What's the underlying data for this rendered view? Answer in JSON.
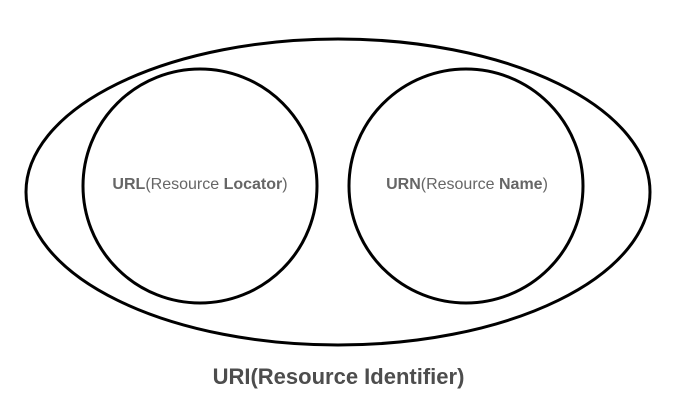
{
  "diagram": {
    "outer": {
      "bold_prefix": "URI",
      "rest": "(Resource Identifier)"
    },
    "url": {
      "bold_prefix": "URL",
      "normal_mid": "(Resource ",
      "bold_word": "Locator",
      "suffix": ")"
    },
    "urn": {
      "bold_prefix": "URN",
      "normal_mid": "(Resource ",
      "bold_word": "Name",
      "suffix": ")"
    }
  },
  "colors": {
    "stroke": "#000000",
    "label_text": "#666666",
    "caption_text": "#4d4d4d",
    "background": "#ffffff"
  }
}
